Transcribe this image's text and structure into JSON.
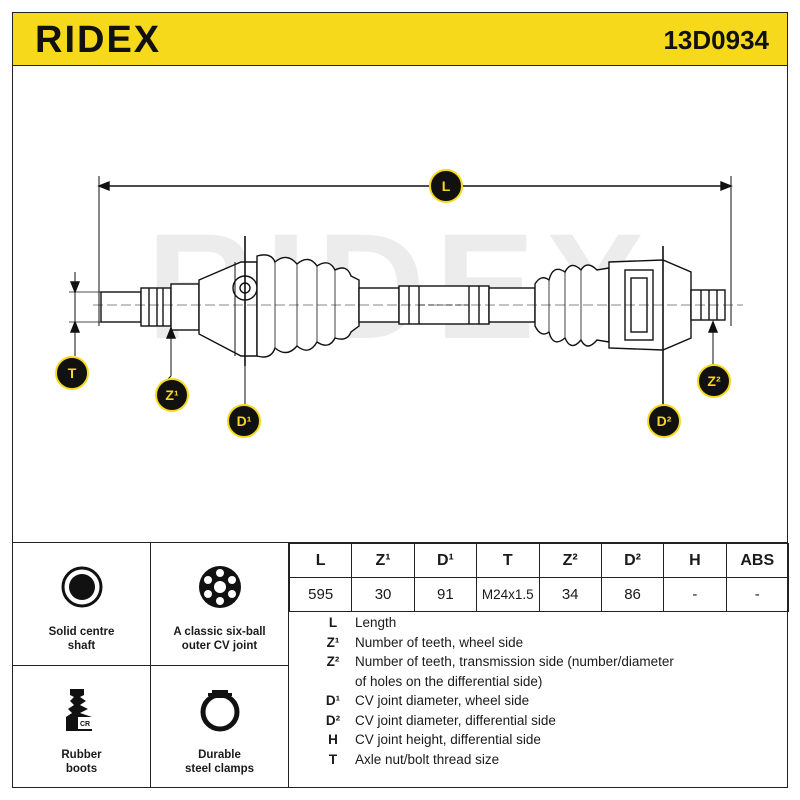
{
  "header": {
    "brand": "RIDEX",
    "part_number": "13D0934"
  },
  "drawing": {
    "watermark": "RIDEX",
    "labels": {
      "L": "L",
      "T": "T",
      "Z1": "Z¹",
      "D1": "D¹",
      "D2": "D²",
      "Z2": "Z²"
    }
  },
  "features": [
    {
      "icon": "solid-shaft-icon",
      "label": "Solid centre\nshaft"
    },
    {
      "icon": "six-ball-joint-icon",
      "label": "A classic six-ball\nouter CV joint"
    },
    {
      "icon": "rubber-boot-icon",
      "label": "Rubber\nboots"
    },
    {
      "icon": "steel-clamp-icon",
      "label": "Durable\nsteel clamps"
    }
  ],
  "spec_table": {
    "headers": [
      "L",
      "Z¹",
      "D¹",
      "T",
      "Z²",
      "D²",
      "H",
      "ABS"
    ],
    "values": [
      "595",
      "30",
      "91",
      "M24x1.5",
      "34",
      "86",
      "-",
      "-"
    ]
  },
  "legend": [
    {
      "key": "L",
      "desc": "Length"
    },
    {
      "key": "Z¹",
      "desc": "Number of teeth, wheel side"
    },
    {
      "key": "Z²",
      "desc": "Number of teeth, transmission side (number/diameter"
    },
    {
      "key": "",
      "desc": "of holes on the differential side)"
    },
    {
      "key": "D¹",
      "desc": "CV joint diameter, wheel side"
    },
    {
      "key": "D²",
      "desc": "CV joint diameter, differential side"
    },
    {
      "key": "H",
      "desc": "CV joint height, differential side"
    },
    {
      "key": "T",
      "desc": "Axle nut/bolt thread size"
    }
  ],
  "colors": {
    "brand_yellow": "#f5d91a",
    "ink": "#111111"
  }
}
